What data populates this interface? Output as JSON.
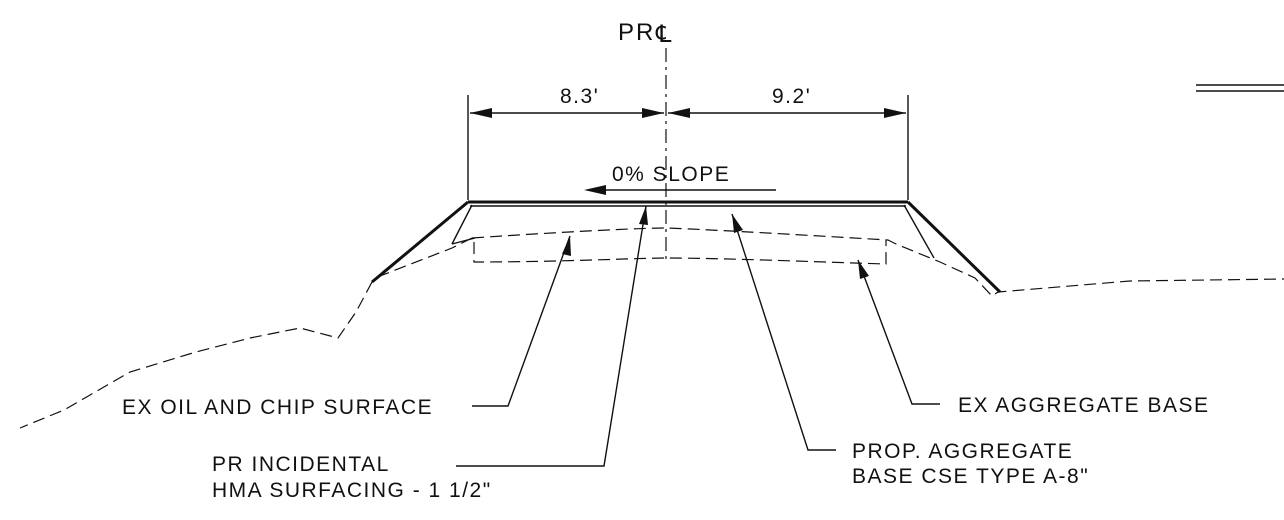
{
  "centerline": {
    "label": "PR",
    "symbol": "℄"
  },
  "dimensions": {
    "left": "8.3'",
    "right": "9.2'"
  },
  "slope": {
    "label": "0% SLOPE"
  },
  "callouts": {
    "oil_chip": "EX OIL AND CHIP SURFACE",
    "hma_line1": "PR INCIDENTAL",
    "hma_line2": "HMA SURFACING - 1 1/2\"",
    "prop_base_line1": "PROP. AGGREGATE",
    "prop_base_line2": "BASE CSE TYPE A-8\"",
    "ex_base": "EX AGGREGATE BASE"
  }
}
